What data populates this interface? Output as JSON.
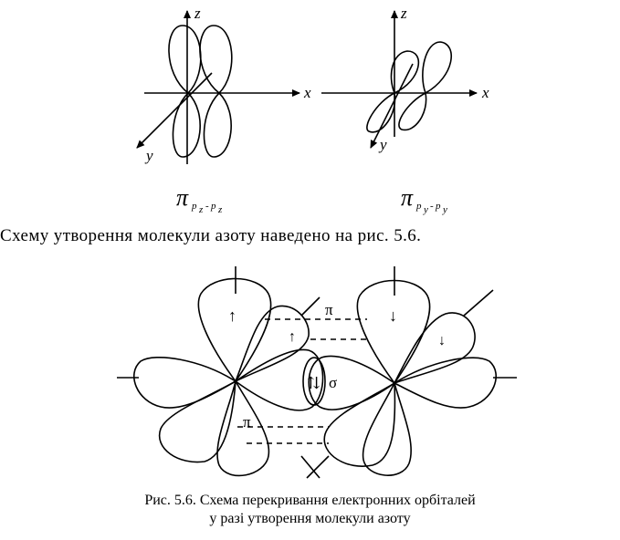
{
  "top_figures": {
    "left": {
      "axis_x": "x",
      "axis_y": "y",
      "axis_z": "z",
      "formula_symbol": "π",
      "formula_subscript": "p",
      "formula_sub_index_1": "z",
      "formula_dash": "-",
      "formula_sub_index_2": "z"
    },
    "right": {
      "axis_x": "x",
      "axis_y": "y",
      "axis_z": "z",
      "formula_symbol": "π",
      "formula_subscript": "p",
      "formula_sub_index_1": "y",
      "formula_dash": "-",
      "formula_sub_index_2": "y"
    }
  },
  "body_text": "Схему утворення молекули азоту наведено на рис. 5.6.",
  "figure_5_6": {
    "pi_label_top": "π",
    "pi_label_bottom": "π",
    "sigma_label": "σ",
    "arrow_up": "↑",
    "arrow_down": "↓",
    "arrow_pair": "⇅"
  },
  "caption": {
    "line1": "Рис. 5.6. Схема перекривання електронних орбіталей",
    "line2": "у разі утворення молекули азоту"
  }
}
